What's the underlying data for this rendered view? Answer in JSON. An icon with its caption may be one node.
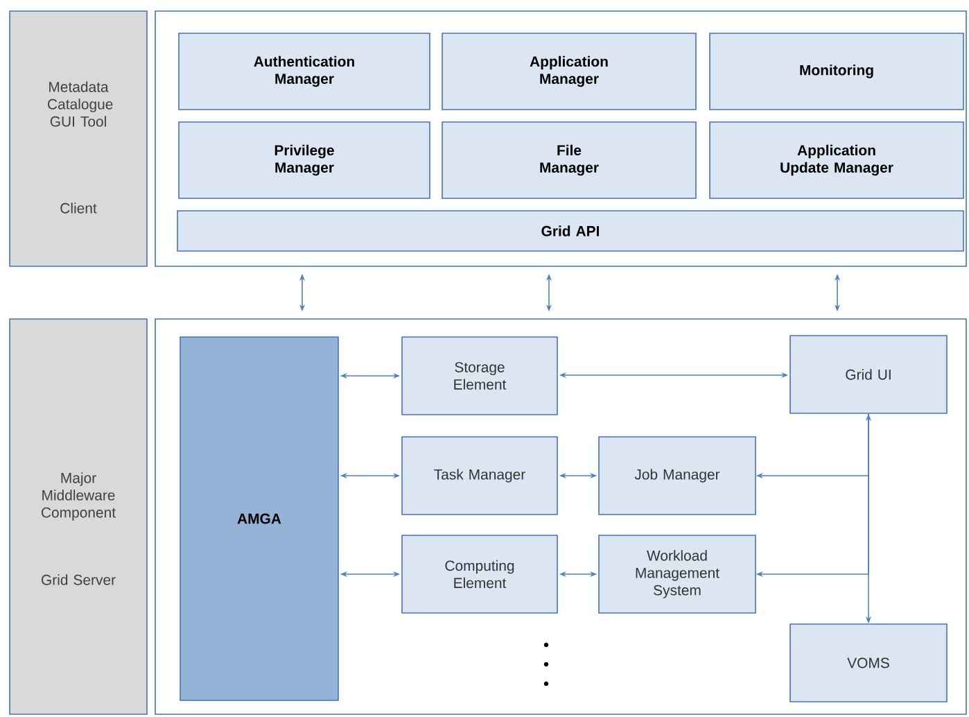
{
  "diagram": {
    "nodes": [
      {
        "text": [
          "Metadata Catalogue GUI Tool",
          "Client"
        ]
      },
      {
        "text": [],
        "shape": "box"
      },
      {
        "text": [
          "Authentication Manager"
        ],
        "in": 1
      },
      {
        "text": [
          "Application Manager"
        ],
        "in": 1
      },
      {
        "text": [
          "Monitoring"
        ],
        "in": 1
      },
      {
        "text": [
          "Privilege Manager"
        ],
        "in": 1
      },
      {
        "text": [
          "File Manager"
        ],
        "in": 1
      },
      {
        "text": [
          "Application Update Manager"
        ],
        "in": 1
      },
      {
        "text": [
          "Grid API"
        ],
        "in": 1
      },
      {
        "text": [
          "Major Middleware Component",
          "Grid Server"
        ]
      },
      {
        "text": [],
        "shape": "box"
      },
      {
        "text": [
          "AMGA"
        ],
        "in": 10
      },
      {
        "text": [
          "Storage Element"
        ],
        "in": 10
      },
      {
        "text": [
          "Grid UI"
        ],
        "in": 10
      },
      {
        "text": [
          "Task Manager"
        ],
        "in": 10
      },
      {
        "text": [
          "Job Manager"
        ],
        "in": 10
      },
      {
        "text": [
          "Computing Element"
        ],
        "in": 10
      },
      {
        "text": [
          "Workload Management System"
        ],
        "in": 10
      },
      {
        "text": [
          "VOMS"
        ],
        "in": 10
      }
    ],
    "edges": [
      {
        "from": 1,
        "to": 10,
        "arrow": "both"
      },
      {
        "from": 1,
        "to": 10,
        "arrow": "both"
      },
      {
        "from": 1,
        "to": 10,
        "arrow": "both"
      },
      {
        "from": 11,
        "to": 12,
        "arrow": "both"
      },
      {
        "from": 12,
        "to": 13,
        "arrow": "both"
      },
      {
        "from": 11,
        "to": 14,
        "arrow": "both"
      },
      {
        "from": 14,
        "to": 15,
        "arrow": "both"
      },
      {
        "from": 11,
        "to": 16,
        "arrow": "both"
      },
      {
        "from": 16,
        "to": 17,
        "arrow": "both"
      },
      {
        "from": 13,
        "to": 18,
        "arrow": "both"
      },
      {
        "from": 13,
        "to": 15,
        "arrow": "to"
      },
      {
        "from": 13,
        "to": 17,
        "arrow": "to"
      }
    ]
  }
}
